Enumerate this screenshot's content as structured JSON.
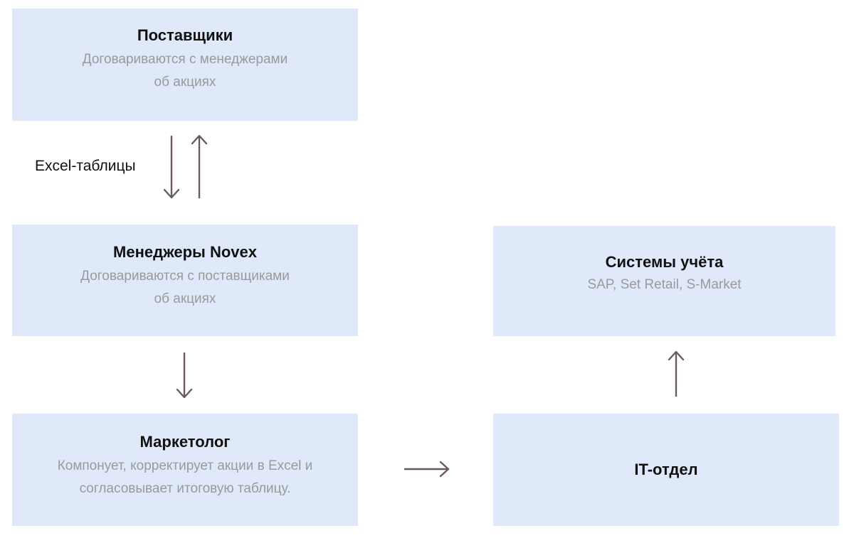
{
  "nodes": {
    "suppliers": {
      "title": "Поставщики",
      "description": "Договариваются с менеджерами\nоб акциях"
    },
    "managers": {
      "title": "Менеджеры Novex",
      "description": "Договариваются с поставщиками\nоб акциях"
    },
    "marketer": {
      "title": "Маркетолог",
      "description": "Компонует, корректирует акции в Excel и\nсогласовывает итоговую таблицу."
    },
    "systems": {
      "title": "Системы учёта",
      "description": "SAP, Set Retail, S-Market"
    },
    "it": {
      "title": "IT-отдел"
    }
  },
  "edges": {
    "suppliers_managers_label": "Excel-таблицы"
  },
  "colors": {
    "box_fill": "#dfe9fa",
    "arrow": "#6b5b5b",
    "title_text": "#111111",
    "description_text": "#9a9a9a"
  }
}
